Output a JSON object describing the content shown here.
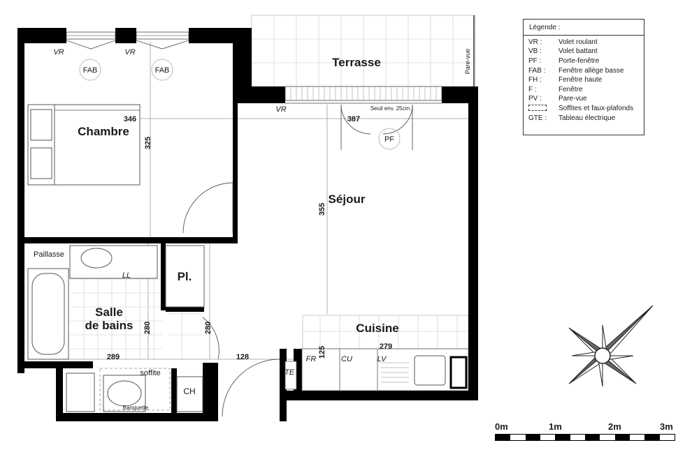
{
  "rooms": {
    "terrace": "Terrasse",
    "bedroom": "Chambre",
    "living": "Séjour",
    "bathroom_line1": "Salle",
    "bathroom_line2": "de bains",
    "kitchen": "Cuisine",
    "closet": "Pl.",
    "boiler": "CH"
  },
  "dimensions": {
    "bedroom_width": "346",
    "bedroom_depth": "325",
    "living_width": "387",
    "living_depth": "355",
    "bath_depth_left": "280",
    "bath_depth_right": "280",
    "bath_width": "289",
    "corridor_width": "128",
    "kitchen_width": "279",
    "kitchen_depth": "125"
  },
  "labels": {
    "vr_left": "VR",
    "vr_right": "VR",
    "vr_living": "VR",
    "fab_left": "FAB",
    "fab_right": "FAB",
    "pf": "PF",
    "seuil": "Seuil env. 25cm",
    "pare_vue": "Pare-vue",
    "paillasse": "Paillasse",
    "ll": "LL",
    "soffite": "soffite",
    "banquette": "Banquette",
    "te": "TE",
    "fr": "FR",
    "cu": "CU",
    "lv": "LV"
  },
  "legend": {
    "title": "Légende :",
    "items": [
      {
        "code": "VR :",
        "desc": "Volet roulant"
      },
      {
        "code": "VB :",
        "desc": "Volet battant"
      },
      {
        "code": "PF :",
        "desc": "Porte-fenêtre"
      },
      {
        "code": "FAB :",
        "desc": "Fenêtre allège basse"
      },
      {
        "code": "FH :",
        "desc": "Fenêtre haute"
      },
      {
        "code": "F :",
        "desc": "Fenêtre"
      },
      {
        "code": "PV :",
        "desc": "Pare-vue"
      },
      {
        "code": "",
        "desc": "Soffites et faux-plafonds"
      },
      {
        "code": "GTE :",
        "desc": "Tableau électrique"
      }
    ]
  },
  "scale": {
    "labels": [
      "0m",
      "1m",
      "2m",
      "3m"
    ]
  }
}
